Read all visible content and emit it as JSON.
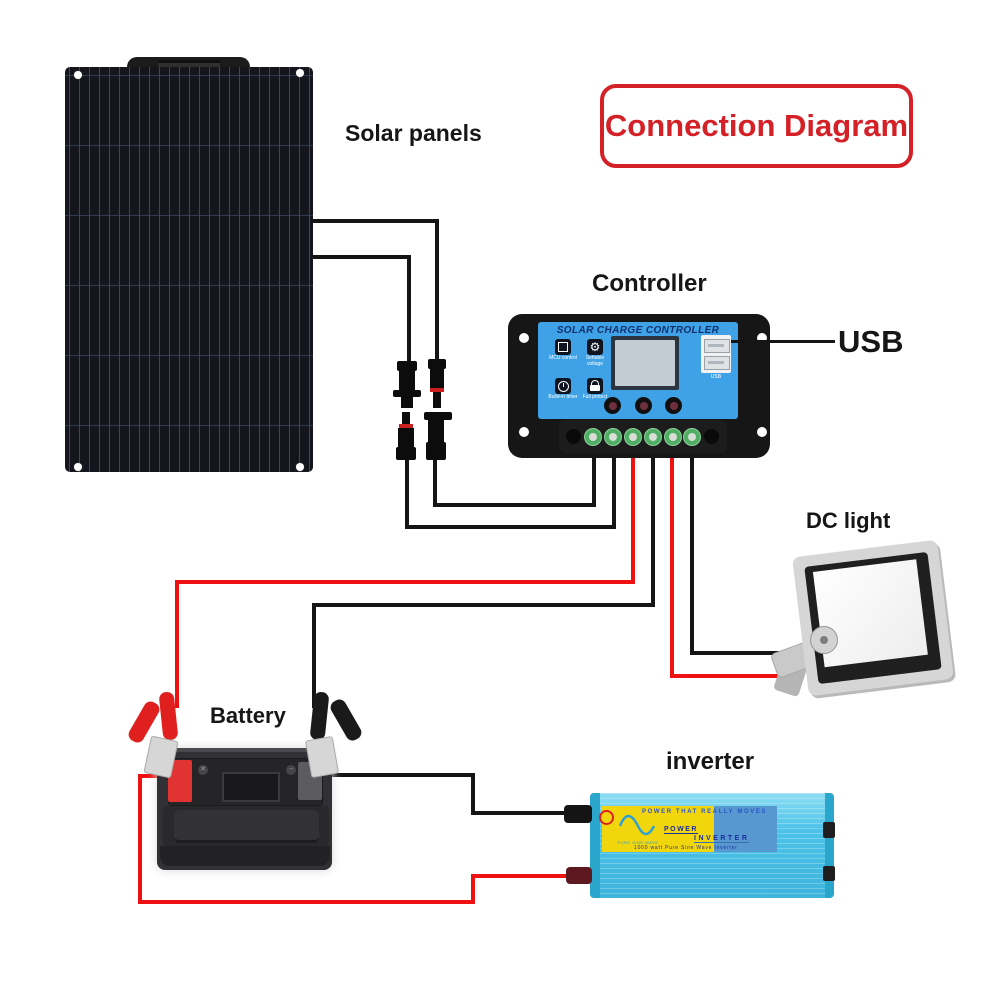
{
  "title": "Connection Diagram",
  "labels": {
    "solar_panels": "Solar panels",
    "controller": "Controller",
    "usb": "USB",
    "dc_light": "DC light",
    "battery": "Battery",
    "inverter": "inverter"
  },
  "controller": {
    "heading": "SOLAR CHARGE CONTROLLER",
    "features": [
      {
        "icon": "mcu-icon",
        "label": "MCU control"
      },
      {
        "icon": "gear-icon",
        "label": "Settable voltage"
      },
      {
        "icon": "timer-icon",
        "label": "Build-in timer"
      },
      {
        "icon": "lock-icon",
        "label": "Full protect"
      }
    ],
    "usb_port_caption": "USB"
  },
  "inverter_device": {
    "slogan": "POWER THAT REALLY MOVES",
    "brand_top": "POWER",
    "brand_bottom": "INVERTER",
    "spec": "1000 watt Pure Sine Wave Inverter",
    "logo_caption": "PURE SINE WAVE"
  },
  "colors": {
    "accent_red": "#d42127",
    "wire_red": "#ee1111",
    "wire_black": "#151515",
    "controller_blue": "#3fa2e6",
    "inverter_cyan": "#4cc3e8",
    "inverter_yellow": "#f2d60d"
  }
}
